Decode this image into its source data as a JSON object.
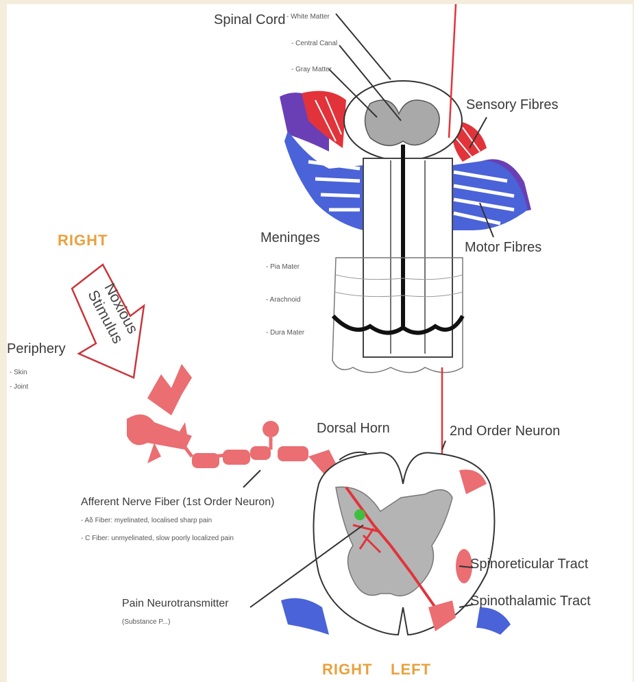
{
  "labels": {
    "spinal_cord": "Spinal Cord",
    "white_matter": "- White Matter",
    "central_canal": "- Central Canal",
    "gray_matter": "- Gray Matter",
    "sensory_fibres": "Sensory Fibres",
    "motor_fibres": "Motor Fibres",
    "meninges": "Meninges",
    "pia_mater": "- Pia Mater",
    "arachnoid": "- Arachnoid",
    "dura_mater": "- Dura Mater",
    "right_top": "RIGHT",
    "noxious_line1": "Noxious",
    "noxious_line2": "Stimulus",
    "periphery": "Periphery",
    "skin": "- Skin",
    "joint": "- Joint",
    "dorsal_horn": "Dorsal Horn",
    "second_order": "2nd Order Neuron",
    "afferent": "Afferent Nerve Fiber (1st Order Neuron)",
    "a_fiber": "- Aδ Fiber: myelinated, localised sharp pain",
    "c_fiber": "- C Fiber: unmyelinated, slow poorly localized pain",
    "spinoreticular": "Spinoreticular Tract",
    "spinothalamic": "Spinothalamic Tract",
    "pain_neuro": "Pain Neurotransmitter",
    "substance": "(Substance P...)",
    "right_bottom": "RIGHT",
    "left_bottom": "LEFT"
  },
  "colors": {
    "pain_red": "#ea6e72",
    "nerve_blue": "#4a63d8",
    "purple": "#6a3fb5",
    "gray_matter": "#b4b4b4",
    "orange_label": "#e9a13e"
  }
}
